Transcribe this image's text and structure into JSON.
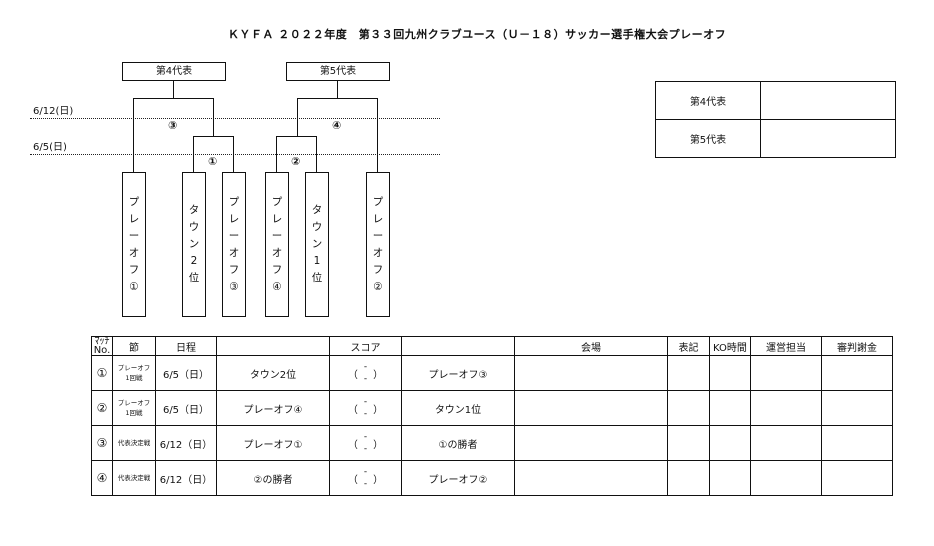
{
  "title": "ＫＹＦＡ ２０２２年度　第３３回九州クラブユース（Ｕ－１８）サッカー選手権大会プレーオフ",
  "bracket": {
    "rep4": "第4代表",
    "rep5": "第5代表",
    "date_612": "6/12(日)",
    "date_65": "6/5(日)",
    "match_circles": [
      "③",
      "④",
      "①",
      "②"
    ],
    "teams": [
      [
        "プ",
        "レ",
        "ー",
        "オ",
        "フ",
        "①"
      ],
      [
        "タ",
        "ウ",
        "ン",
        "2",
        "位"
      ],
      [
        "プ",
        "レ",
        "ー",
        "オ",
        "フ",
        "③"
      ],
      [
        "プ",
        "レ",
        "ー",
        "オ",
        "フ",
        "④"
      ],
      [
        "タ",
        "ウ",
        "ン",
        "1",
        "位"
      ],
      [
        "プ",
        "レ",
        "ー",
        "オ",
        "フ",
        "②"
      ]
    ]
  },
  "results": [
    {
      "label": "第4代表",
      "value": ""
    },
    {
      "label": "第5代表",
      "value": ""
    }
  ],
  "schedule": {
    "headers": {
      "no": "ﾏｯﾁNo.",
      "setsu": "節",
      "date": "日程",
      "home": "",
      "score": "スコア",
      "away": "",
      "venue": "会場",
      "hyoki": "表記",
      "ko": "KO時間",
      "staff": "運営担当",
      "referee": "審判謝金"
    },
    "rows": [
      {
        "no": "①",
        "setsu1": "プレーオフ",
        "setsu2": "1回戦",
        "date": "6/5（日）",
        "home": "タウン2位",
        "away": "プレーオフ③",
        "score_open": "（",
        "score_close": "）",
        "dash_top": "-",
        "dash_bottom": "-"
      },
      {
        "no": "②",
        "setsu1": "プレーオフ",
        "setsu2": "1回戦",
        "date": "6/5（日）",
        "home": "プレーオフ④",
        "away": "タウン1位",
        "score_open": "（",
        "score_close": "）",
        "dash_top": "-",
        "dash_bottom": "-"
      },
      {
        "no": "③",
        "setsu1": "代表決定戦",
        "setsu2": "",
        "date": "6/12（日）",
        "home": "プレーオフ①",
        "away": "①の勝者",
        "score_open": "（",
        "score_close": "）",
        "dash_top": "-",
        "dash_bottom": "-"
      },
      {
        "no": "④",
        "setsu1": "代表決定戦",
        "setsu2": "",
        "date": "6/12（日）",
        "home": "②の勝者",
        "away": "プレーオフ②",
        "score_open": "（",
        "score_close": "）",
        "dash_top": "-",
        "dash_bottom": "-"
      }
    ]
  }
}
